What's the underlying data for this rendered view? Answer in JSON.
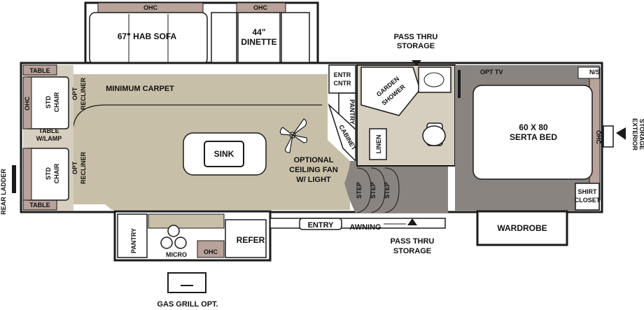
{
  "colors": {
    "carpet": "#c8bfa8",
    "dark_floor": "#8a8480",
    "wall": "#1a1a1a",
    "white_area": "#ffffff",
    "accent_brown": "#8b6f66"
  },
  "labels": {
    "ohc_sofa": "OHC",
    "ohc_dinette": "OHC",
    "sofa": "67\" HAB SOFA",
    "dinette_1": "44\"",
    "dinette_2": "DINETTE",
    "pass_thru_top_1": "PASS THRU",
    "pass_thru_top_2": "STORAGE",
    "table_top": "TABLE",
    "ohc_left": "OHC",
    "std_chair_top_1": "STD",
    "std_chair_top_2": "CHAIR",
    "opt_recliner_top_1": "OPT",
    "opt_recliner_top_2": "RECLINER",
    "minimum_carpet": "MINIMUM CARPET",
    "table_lamp_1": "TABLE",
    "table_lamp_2": "W/LAMP",
    "std_chair_bottom_1": "STD",
    "std_chair_bottom_2": "CHAIR",
    "opt_recliner_bottom_1": "OPT",
    "opt_recliner_bottom_2": "RECLINER",
    "table_bottom": "TABLE",
    "rear_ladder": "REAR LADDER",
    "sink": "SINK",
    "ceiling_fan_1": "OPTIONAL",
    "ceiling_fan_2": "CEILING FAN",
    "ceiling_fan_3": "W/ LIGHT",
    "entr_cntr_1": "ENTR",
    "entr_cntr_2": "CNTR",
    "pantry_right": "PANTRY",
    "cabinet": "CABINET",
    "garden_shower_1": "GARDEN",
    "garden_shower_2": "SHOWER",
    "linen": "LINEN",
    "step_1": "STEP",
    "step_2": "STEP",
    "step_3": "STEP",
    "opt_tv": "OPT TV",
    "ns": "N/S",
    "bed_1": "60 X 80",
    "bed_2": "SERTA BED",
    "ohc_bed": "OHC",
    "exterior_storage_1": "EXTERIOR",
    "exterior_storage_2": "STORAGE",
    "shirt_closet_1": "SHIRT",
    "shirt_closet_2": "CLOSET",
    "pantry_bottom": "PANTRY",
    "micro": "MICRO",
    "ohc_kitchen": "OHC",
    "refer": "REFER",
    "entry": "ENTRY",
    "awning": "AWNING",
    "pass_thru_bottom_1": "PASS THRU",
    "pass_thru_bottom_2": "STORAGE",
    "wardrobe": "WARDROBE",
    "gas_grill": "GAS GRILL OPT."
  }
}
